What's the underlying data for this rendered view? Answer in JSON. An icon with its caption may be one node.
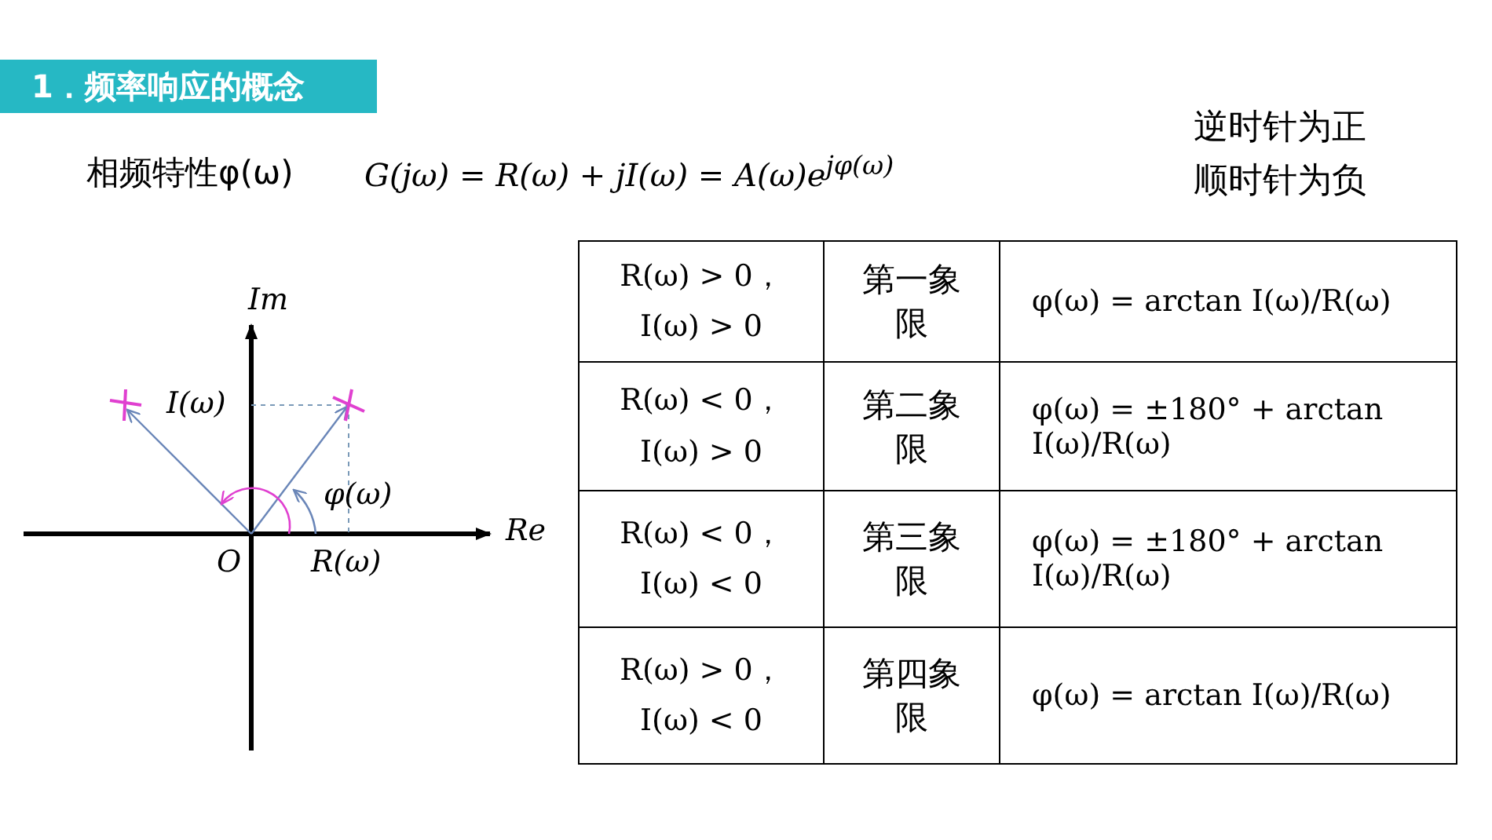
{
  "diagram": {
    "title": "1．频率响应的概念",
    "labels": [
      "相频特性φ(ω)",
      "G(jω) = R(ω) + jI(ω) = A(ω)e$^{jφ(ω)}$",
      "逆时针为正",
      "顺时针为负",
      "R(ω) > 0， I(ω) > 0",
      "第一象限",
      "φ(ω) = arctan I(ω)/R(ω)",
      "R(ω) < 0， I(ω) > 0",
      "第二象限",
      "φ(ω) = ±180° + arctan I(ω)/R(ω)",
      "R(ω) < 0， I(ω) < 0",
      "第三象限",
      "φ(ω) = ±180° + arctan I(ω)/R(ω)",
      "R(ω) > 0， I(ω) < 0",
      "第四象限",
      "φ(ω) = arctan I(ω)/R(ω)",
      "Im",
      "I(ω)",
      "φ(ω)",
      "Re",
      "O",
      "R(ω)"
    ]
  }
}
